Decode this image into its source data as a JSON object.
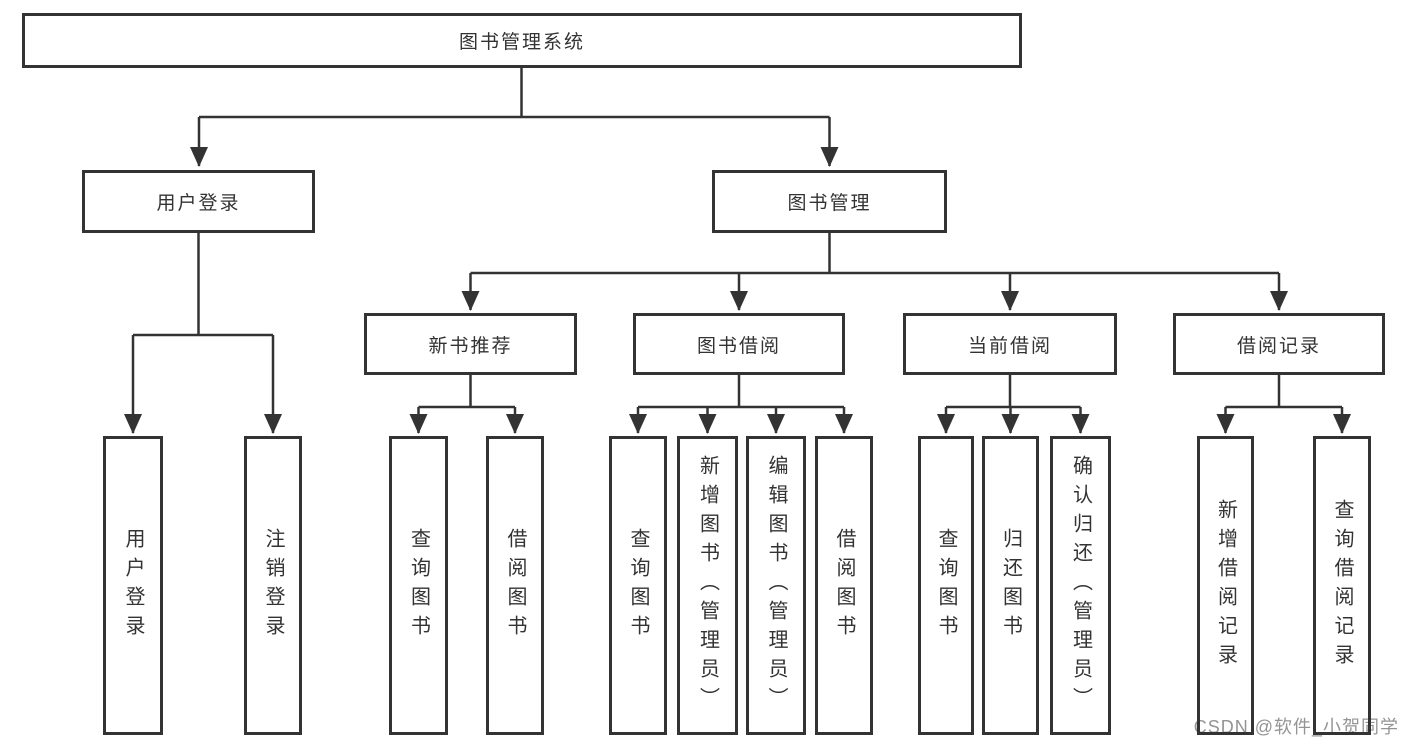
{
  "diagram": {
    "root": "图书管理系统",
    "level1": [
      "用户登录",
      "图书管理"
    ],
    "level2": [
      "新书推荐",
      "图书借阅",
      "当前借阅",
      "借阅记录"
    ],
    "branches": {
      "user_login": [
        "用户登录",
        "注销登录"
      ],
      "new_book": [
        "查询图书",
        "借阅图书"
      ],
      "book_borrow": [
        "查询图书",
        "新增图书（管理员）",
        "编辑图书（管理员）",
        "借阅图书"
      ],
      "current_borrow": [
        "查询图书",
        "归还图书",
        "确认归还（管理员）"
      ],
      "borrow_records": [
        "新增借阅记录",
        "查询借阅记录"
      ]
    }
  },
  "watermark": "CSDN @软件_小贺同学",
  "colors": {
    "line": "#333333",
    "text": "#333333",
    "watermark": "#949494",
    "background": "#ffffff"
  }
}
